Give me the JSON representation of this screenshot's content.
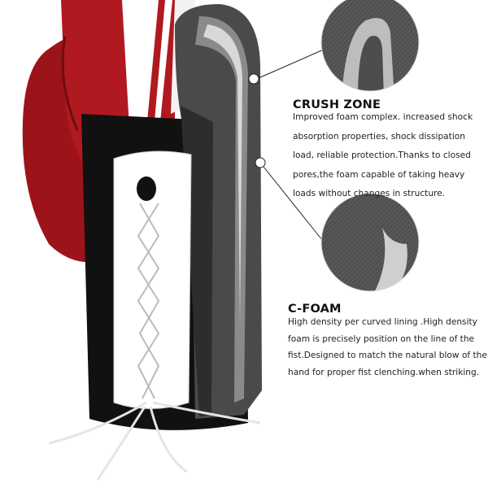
{
  "features": [
    {
      "title": "CRUSH ZONE",
      "description": "Improved foam complex. increased shock absorption properties, shock dissipation load, reliable protection.Thanks to closed pores,the foam capable of taking heavy loads without changes in structure."
    },
    {
      "title": "C-FOAM",
      "description": "High density per curved lining .High density foam is precisely position on the line of the fist.Designed to match the natural blow of the hand for proper fist clenching.when striking."
    }
  ],
  "colors": {
    "glove_red": "#a8161c",
    "cuff_black": "#111111",
    "foam_grey": "#4a4a4a",
    "lace_white": "#ffffff"
  }
}
